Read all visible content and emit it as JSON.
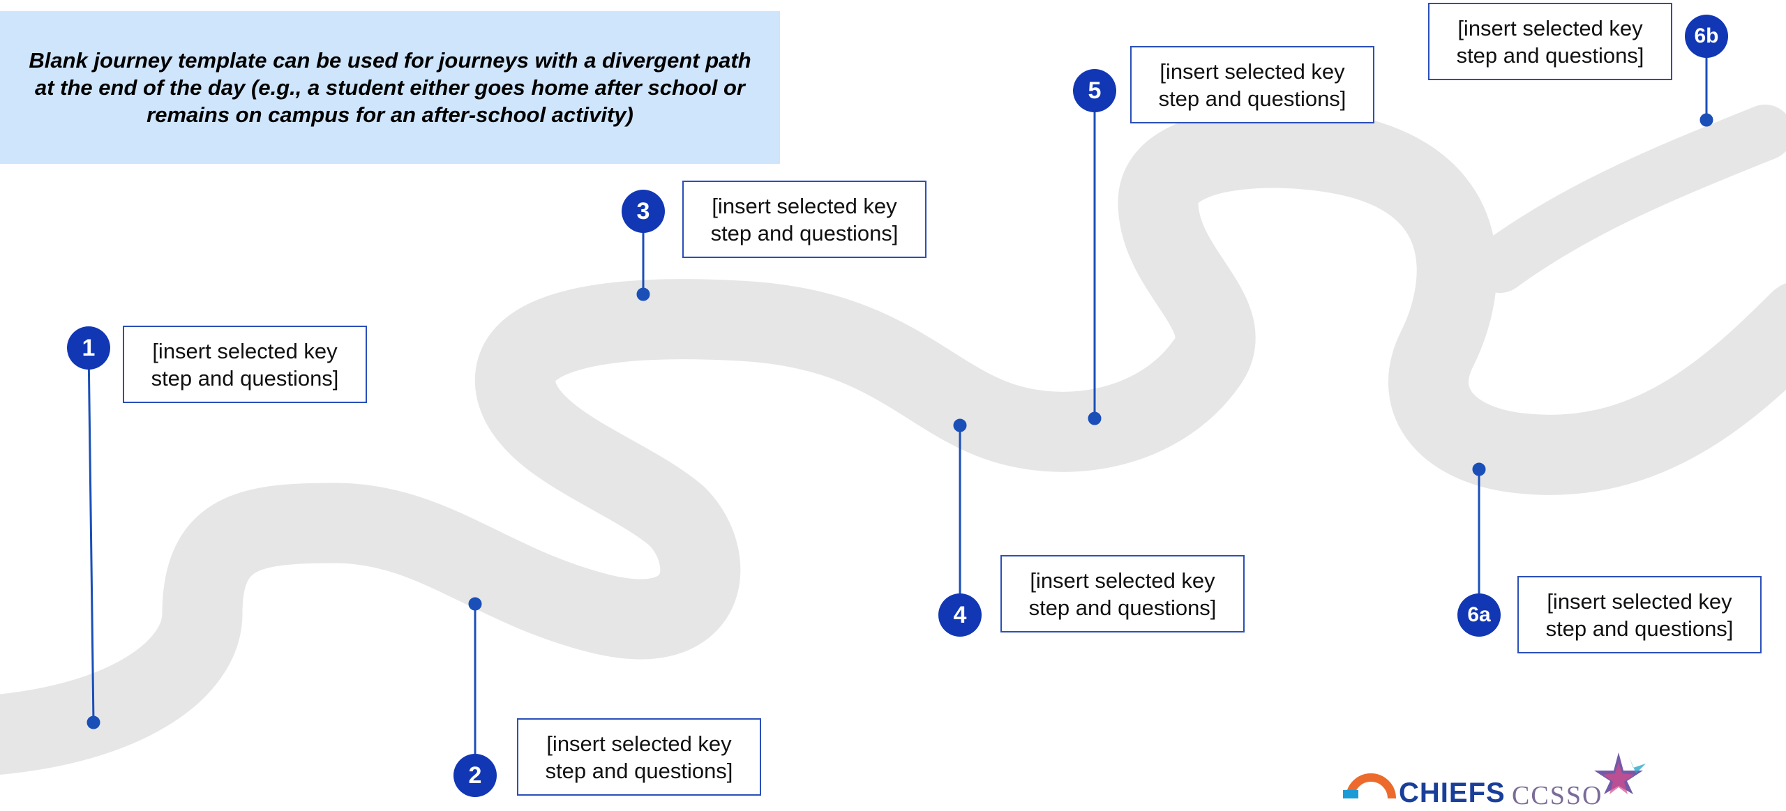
{
  "note": {
    "text": "Blank journey template can be used for journeys with a divergent path at the end of the day (e.g., a student either goes home after school or remains on campus for an after-school activity)"
  },
  "steps": [
    {
      "number": "1",
      "label": "[insert selected key step and questions]"
    },
    {
      "number": "2",
      "label": "[insert selected key step and questions]"
    },
    {
      "number": "3",
      "label": "[insert selected key step and questions]"
    },
    {
      "number": "4",
      "label": "[insert selected key step and questions]"
    },
    {
      "number": "5",
      "label": "[insert selected key step and questions]"
    },
    {
      "number": "6a",
      "label": "[insert selected key step and questions]"
    },
    {
      "number": "6b",
      "label": "[insert selected key step and questions]"
    }
  ],
  "logos": {
    "chiefs": "CHIEFS",
    "ccsso": "CCSSO"
  },
  "colors": {
    "road": "#e6e6e6",
    "accent": "#1237b4",
    "note_background": "#cfe5fb"
  }
}
